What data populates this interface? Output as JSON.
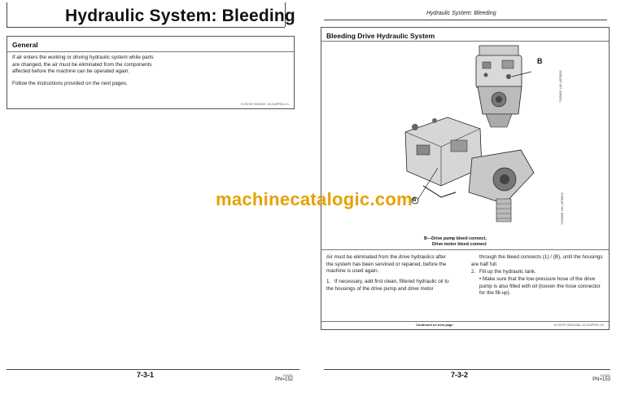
{
  "left_page": {
    "title": "Hydraulic System: Bleeding",
    "general": {
      "heading": "General",
      "p1": "If air enters the working or driving hydraulic system while parts are changed, the air must be eliminated from the components affected before the machine can be operated again.",
      "p2": "Follow the instructions provided on the next pages.",
      "ref": "ELS3757,0000159  -19-21APR02-1/1"
    },
    "footer": {
      "page_number": "7-3-1",
      "code": "111001",
      "pn": "PN=152"
    }
  },
  "right_page": {
    "running_head": "Hydraulic System: Bleeding",
    "section": {
      "heading": "Bleeding Drive Hydraulic System",
      "figure_top_code": "T155699  -UN-16FEB02",
      "figure_bottom_code": "T155698  -UN-16FEB02",
      "callout_label": "B",
      "caption_line1": "B—Drive pump bleed connect,",
      "caption_line2": "Drive motor bleed connect",
      "col1_p1": "Air must be eliminated from the drive hydraulics after the system has been serviced or repaired, before the machine is used again.",
      "col1_item1_num": "1.",
      "col1_item1": "If necessary, add first clean, filtered hydraulic oil to the housings of the drive pump and drive motor",
      "col2_cont": "through the bleed connects (1) / (B), until the housings are half full.",
      "col2_item2_num": "2.",
      "col2_item2": "Fill up the hydraulic tank.",
      "col2_bullet": "Make sure that the low-pressure hose of the drive pump is also filled with oil (loosen the hose connector for the fill-up).",
      "continued": "Continued on next page",
      "ref": "ELS3757,0000158A  -19-21APR02-1/2"
    },
    "footer": {
      "page_number": "7-3-2",
      "code": "111001",
      "pn": "PN=153"
    }
  },
  "watermark": "machinecatalogic.com",
  "colors": {
    "watermark": "#e6a100",
    "rules": "#444444"
  }
}
